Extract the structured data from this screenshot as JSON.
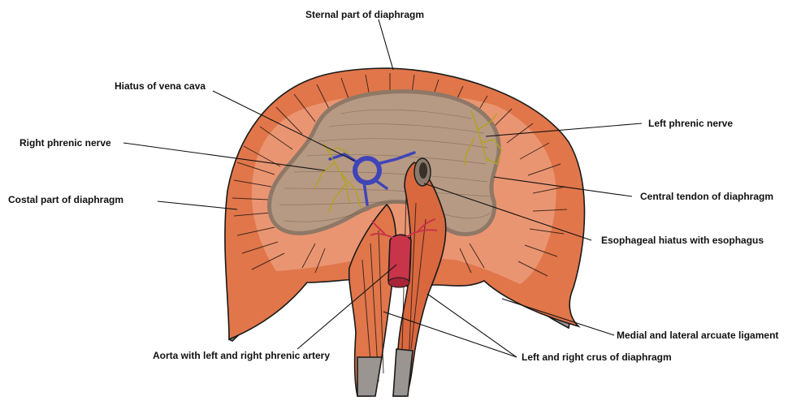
{
  "labels": {
    "sternal_part": "Sternal part of diaphragm",
    "hiatus_vena_cava": "Hiatus of vena cava",
    "right_phrenic_nerve": "Right phrenic nerve",
    "costal_part": "Costal part of diaphragm",
    "left_phrenic_nerve": "Left phrenic nerve",
    "central_tendon": "Central tendon of diaphragm",
    "esophageal_hiatus": "Esophageal hiatus with esophagus",
    "arcuate_ligament": "Medial and lateral arcuate ligament",
    "aorta": "Aorta with left and right phrenic artery",
    "crus": "Left and right crus of diaphragm"
  },
  "colors": {
    "muscle": "#e0764a",
    "muscle_dark": "#c9582f",
    "muscle_light": "#eea080",
    "tendon": "#b79a84",
    "tendon_edge": "#8f7866",
    "vena_cava": "#3f45b8",
    "aorta": "#c8344a",
    "nerve": "#b3a21c",
    "ligament_grey": "#9a9590"
  }
}
